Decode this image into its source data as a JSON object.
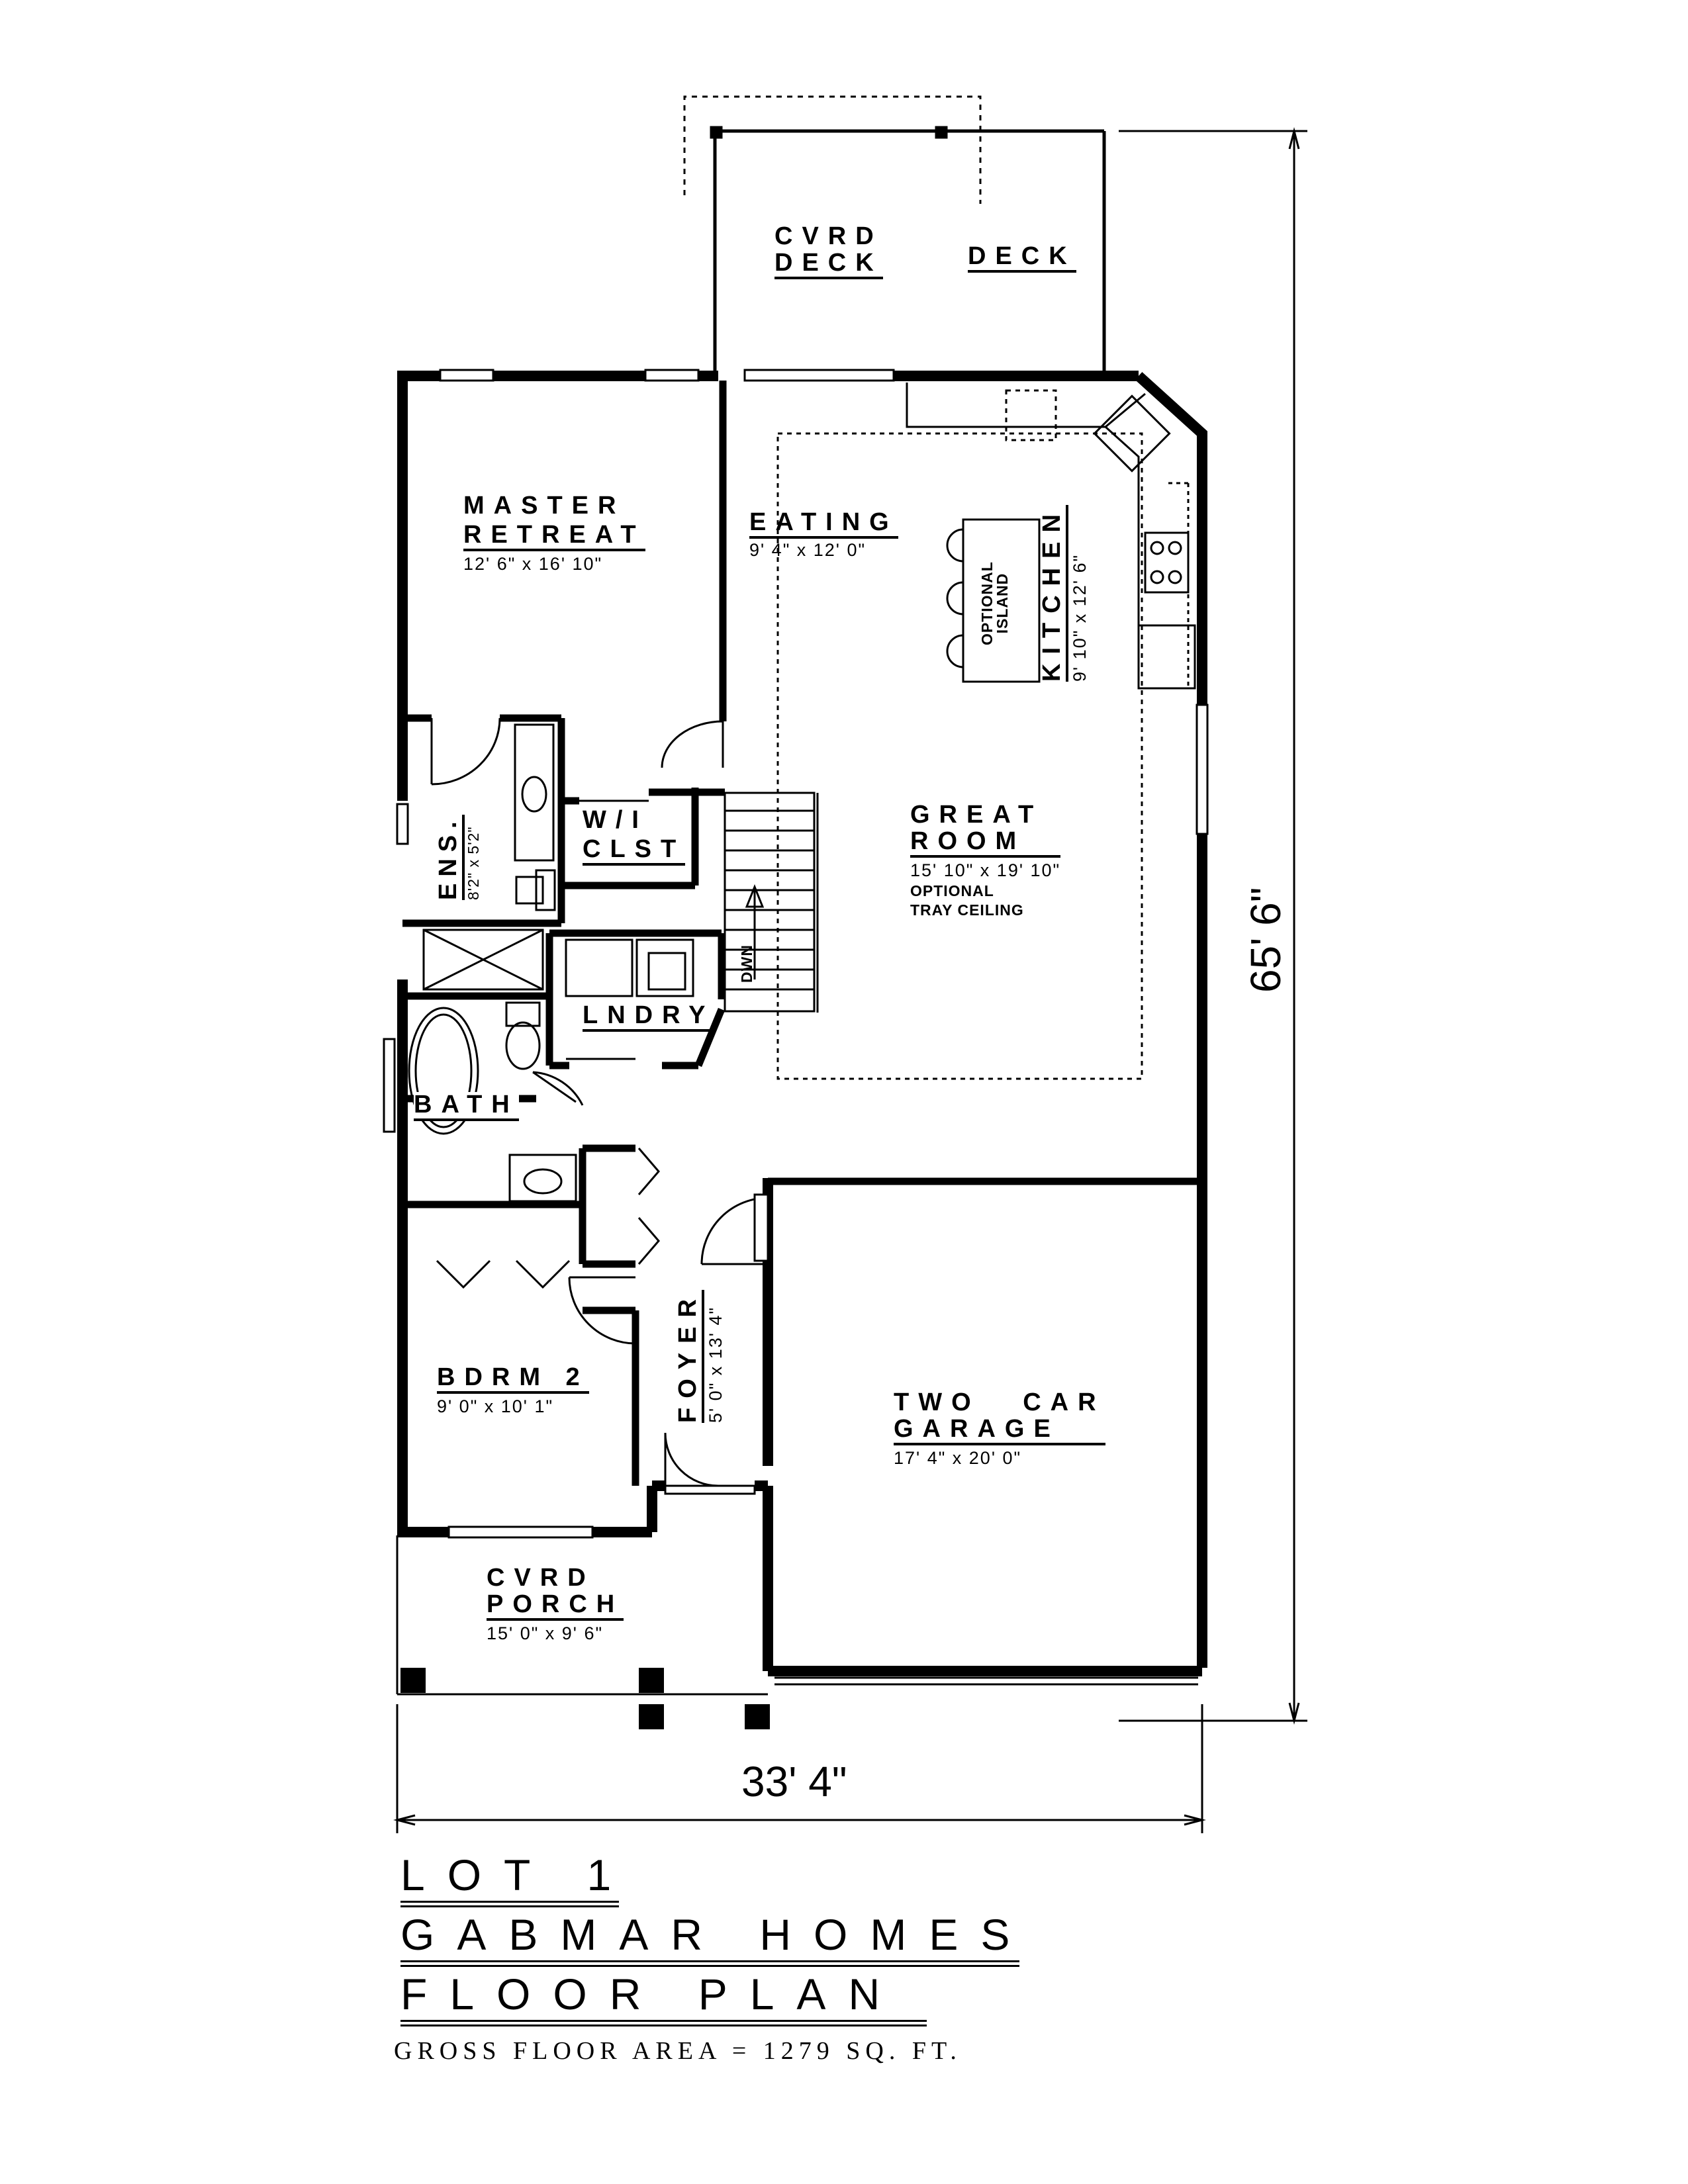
{
  "rooms": {
    "cvrd_deck": {
      "line1": "CVRD",
      "line2": "DECK"
    },
    "deck": {
      "label": "DECK"
    },
    "master": {
      "line1": "MASTER",
      "line2": "RETREAT",
      "dim": "12' 6\" x 16' 10\""
    },
    "eating": {
      "label": "EATING",
      "dim": "9' 4\" x 12' 0\""
    },
    "island": {
      "line1": "OPTIONAL",
      "line2": "ISLAND"
    },
    "kitchen": {
      "label": "KITCHEN",
      "dim": "9' 10\" x 12' 6\""
    },
    "ens": {
      "label": "ENS.",
      "dim": "8'2\" x 5'2\""
    },
    "wi_clst": {
      "line1": "W/I",
      "line2": "CLST"
    },
    "great_room": {
      "line1": "GREAT",
      "line2": "ROOM",
      "dim": "15' 10\" x 19' 10\"",
      "note1": "OPTIONAL",
      "note2": "TRAY CEILING"
    },
    "stairs": {
      "label": "DWN"
    },
    "laundry": {
      "label": "LNDRY"
    },
    "bath": {
      "label": "BATH"
    },
    "bdrm2": {
      "label": "BDRM 2",
      "dim": "9' 0\" x 10' 1\""
    },
    "foyer": {
      "label": "FOYER",
      "dim": "5' 0\" x 13' 4\""
    },
    "garage": {
      "line1": "TWO CAR",
      "line2": "GARAGE",
      "dim": "17' 4\" x 20' 0\""
    },
    "porch": {
      "line1": "CVRD",
      "line2": "PORCH",
      "dim": "15' 0\" x 9' 6\""
    }
  },
  "dimensions": {
    "depth": "65' 6\"",
    "width": "33' 4\""
  },
  "title": {
    "line1": "LOT 1",
    "line2": "GABMAR HOMES",
    "line3": "FLOOR PLAN",
    "gross_area": "GROSS FLOOR AREA = 1279 SQ. FT."
  }
}
